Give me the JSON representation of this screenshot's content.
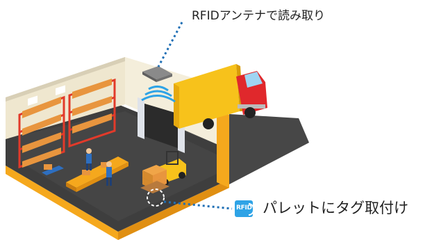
{
  "labels": {
    "antenna": "RFIDアンテナで読み取り",
    "tag": "パレットにタグ取付け",
    "badge": "RFID"
  },
  "icons": {
    "antenna": "rfid-antenna-icon",
    "tag": "rfid-tag-icon"
  },
  "colors": {
    "floor": "#3e3e3e",
    "floor_edge": "#f5a81d",
    "wall": "#efe7cf",
    "truck_cargo": "#f7c21b",
    "truck_cab": "#e0282c",
    "antenna_wave": "#2ea3e6",
    "leader_line": "#1f6fb5",
    "badge": "#2ea3e6"
  }
}
